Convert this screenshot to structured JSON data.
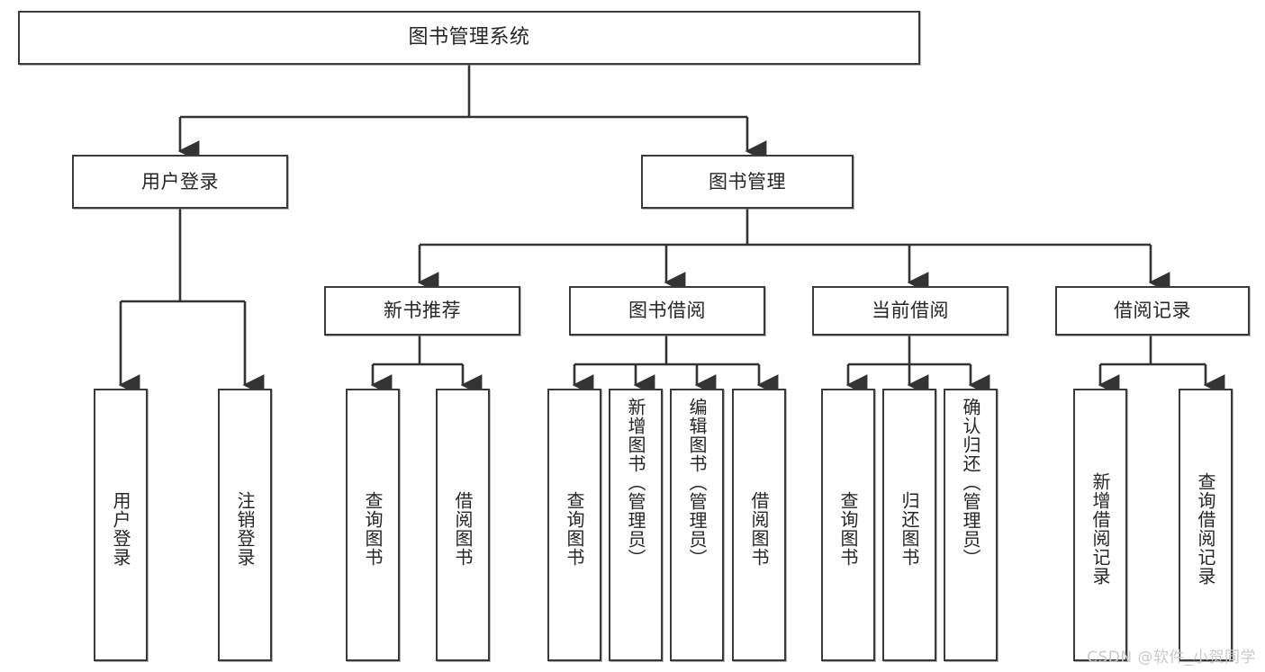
{
  "diagram": {
    "title": "图书管理系统",
    "watermark": "CSDN @软件_小贺同学",
    "colors": {
      "border": "#3a3a3a",
      "text": "#262626",
      "background": "#ffffff",
      "connector": "#333333",
      "watermark": "#c9c9c9"
    },
    "levels": {
      "root": {
        "label": "图书管理系统"
      },
      "level2": [
        {
          "label": "用户登录"
        },
        {
          "label": "图书管理"
        }
      ],
      "level3": [
        {
          "label": "新书推荐"
        },
        {
          "label": "图书借阅"
        },
        {
          "label": "当前借阅"
        },
        {
          "label": "借阅记录"
        }
      ],
      "leaves": {
        "user_login": [
          {
            "label": "用户登录"
          },
          {
            "label": "注销登录"
          }
        ],
        "new_book_recommend": [
          {
            "label": "查询图书"
          },
          {
            "label": "借阅图书"
          }
        ],
        "book_borrow": [
          {
            "label": "查询图书"
          },
          {
            "label": "新增图书（管理员）"
          },
          {
            "label": "编辑图书（管理员）"
          },
          {
            "label": "借阅图书"
          }
        ],
        "current_borrow": [
          {
            "label": "查询图书"
          },
          {
            "label": "归还图书"
          },
          {
            "label": "确认归还（管理员）"
          }
        ],
        "borrow_record": [
          {
            "label": "新增借阅记录"
          },
          {
            "label": "查询借阅记录"
          }
        ]
      }
    }
  }
}
